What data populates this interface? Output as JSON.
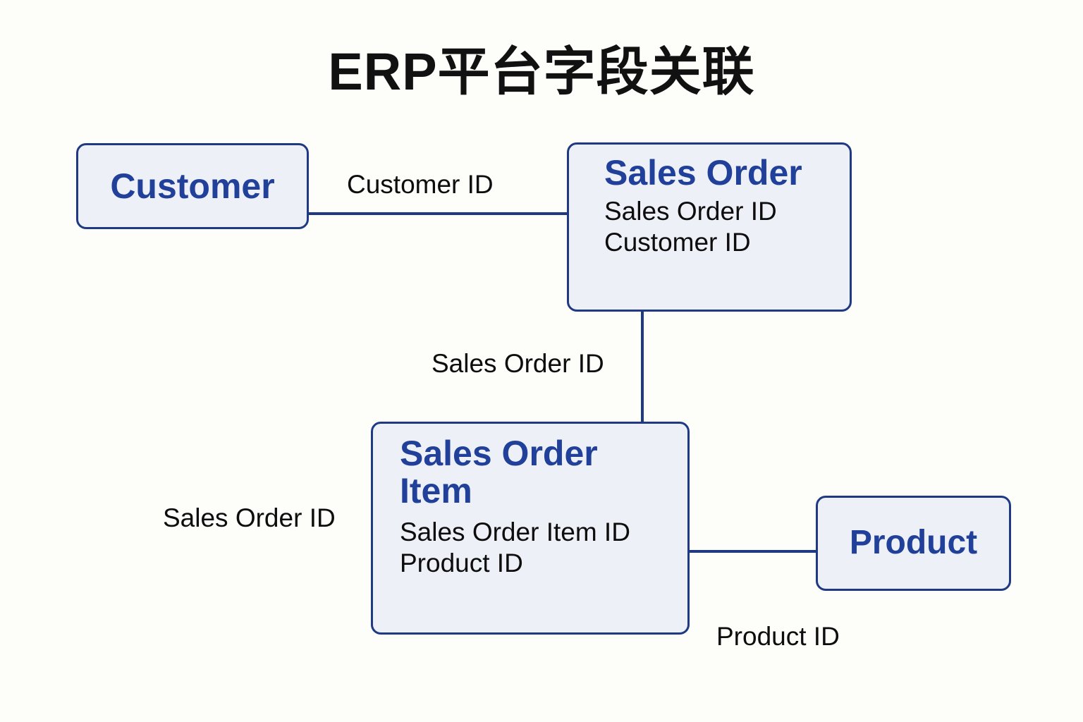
{
  "diagram": {
    "title": "ERP平台字段关联",
    "colors": {
      "background": "#fdfdfa",
      "box_fill": "#eef0f7",
      "box_border": "#1f3a83",
      "entity_title": "#21409a",
      "field_text": "#0d0d0d",
      "title_text": "#111111",
      "connector": "#1f3a83"
    },
    "entities": [
      {
        "id": "customer",
        "name": "Customer",
        "fields": []
      },
      {
        "id": "sales_order",
        "name": "Sales Order",
        "fields": [
          "Sales Order ID",
          "Customer ID"
        ]
      },
      {
        "id": "sales_order_item",
        "name": "Sales Order Item",
        "fields": [
          "Sales Order Item ID",
          "Product ID"
        ]
      },
      {
        "id": "product",
        "name": "Product",
        "fields": []
      }
    ],
    "edges": [
      {
        "id": "customer_sales_order",
        "from": "customer",
        "to": "sales_order",
        "label": "Customer ID",
        "orientation": "horizontal"
      },
      {
        "id": "sales_order_sales_order_item",
        "from": "sales_order",
        "to": "sales_order_item",
        "label": "Sales Order ID",
        "orientation": "vertical"
      },
      {
        "id": "sales_order_item_label_left",
        "from": "sales_order_item",
        "to": "",
        "label": "Sales Order ID",
        "orientation": "none"
      },
      {
        "id": "sales_order_item_product",
        "from": "sales_order_item",
        "to": "product",
        "label": "Product ID",
        "orientation": "horizontal"
      }
    ]
  }
}
